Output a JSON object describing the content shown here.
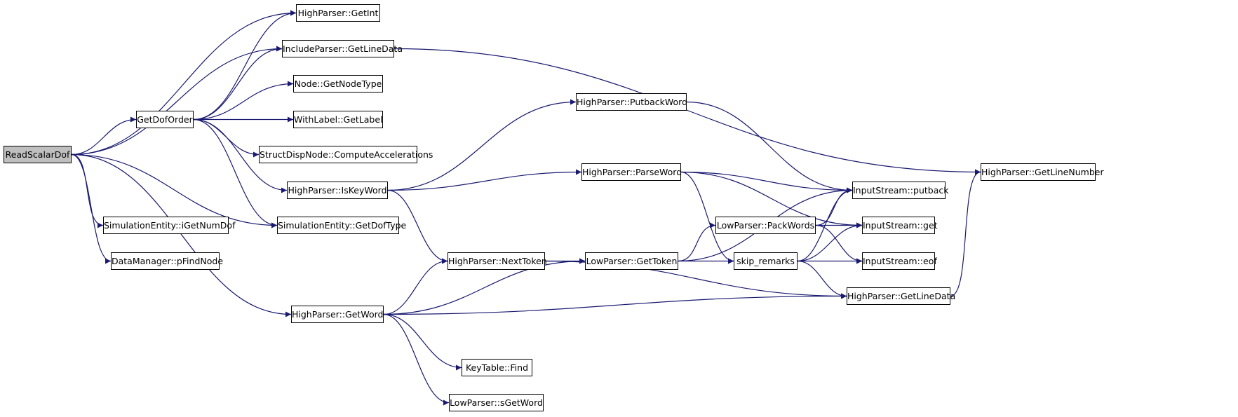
{
  "colors": {
    "edge": "#191970",
    "root_fill": "#bfbfbf",
    "node_fill": "#ffffff",
    "border": "#000000"
  },
  "nodes": {
    "read_scalar_dof": "ReadScalarDof",
    "get_dof_order": "GetDofOrder",
    "simentity_igetnumdof": "SimulationEntity::iGetNumDof",
    "datamanager_pfindnode": "DataManager::pFindNode",
    "highparser_getint": "HighParser::GetInt",
    "includeparser_getlinedata": "IncludeParser::GetLineData",
    "node_getnodetype": "Node::GetNodeType",
    "withlabel_getlabel": "WithLabel::GetLabel",
    "structdispnode_computeaccelerations": "StructDispNode::ComputeAccelerations",
    "highparser_iskeyword": "HighParser::IsKeyWord",
    "simentity_getdoftype": "SimulationEntity::GetDofType",
    "highparser_getword": "HighParser::GetWord",
    "highparser_putbackword": "HighParser::PutbackWord",
    "highparser_parseword": "HighParser::ParseWord",
    "highparser_nexttoken": "HighParser::NextToken",
    "keytable_find": "KeyTable::Find",
    "lowparser_sgetword": "LowParser::sGetWord",
    "lowparser_packwords": "LowParser::PackWords",
    "lowparser_gettoken": "LowParser::GetToken",
    "skip_remarks": "skip_remarks",
    "inputstream_putback": "InputStream::putback",
    "inputstream_get": "InputStream::get",
    "inputstream_eof": "InputStream::eof",
    "highparser_getlinedata": "HighParser::GetLineData",
    "highparser_getlinenumber": "HighParser::GetLineNumber"
  },
  "edges": [
    [
      "read_scalar_dof",
      "highparser_getint"
    ],
    [
      "read_scalar_dof",
      "includeparser_getlinedata"
    ],
    [
      "read_scalar_dof",
      "get_dof_order"
    ],
    [
      "read_scalar_dof",
      "simentity_getdoftype"
    ],
    [
      "read_scalar_dof",
      "simentity_igetnumdof"
    ],
    [
      "read_scalar_dof",
      "datamanager_pfindnode"
    ],
    [
      "read_scalar_dof",
      "highparser_getword"
    ],
    [
      "get_dof_order",
      "highparser_getint"
    ],
    [
      "get_dof_order",
      "includeparser_getlinedata"
    ],
    [
      "get_dof_order",
      "node_getnodetype"
    ],
    [
      "get_dof_order",
      "withlabel_getlabel"
    ],
    [
      "get_dof_order",
      "structdispnode_computeaccelerations"
    ],
    [
      "get_dof_order",
      "highparser_iskeyword"
    ],
    [
      "get_dof_order",
      "simentity_getdoftype"
    ],
    [
      "includeparser_getlinedata",
      "highparser_getlinenumber"
    ],
    [
      "highparser_iskeyword",
      "highparser_putbackword"
    ],
    [
      "highparser_iskeyword",
      "highparser_parseword"
    ],
    [
      "highparser_iskeyword",
      "highparser_nexttoken"
    ],
    [
      "highparser_putbackword",
      "inputstream_putback"
    ],
    [
      "highparser_parseword",
      "inputstream_putback"
    ],
    [
      "highparser_parseword",
      "inputstream_get"
    ],
    [
      "highparser_parseword",
      "skip_remarks"
    ],
    [
      "highparser_nexttoken",
      "lowparser_gettoken"
    ],
    [
      "highparser_nexttoken",
      "highparser_getlinedata"
    ],
    [
      "highparser_getword",
      "highparser_nexttoken"
    ],
    [
      "highparser_getword",
      "lowparser_gettoken"
    ],
    [
      "highparser_getword",
      "highparser_getlinedata"
    ],
    [
      "highparser_getword",
      "keytable_find"
    ],
    [
      "highparser_getword",
      "lowparser_sgetword"
    ],
    [
      "lowparser_gettoken",
      "inputstream_putback"
    ],
    [
      "lowparser_gettoken",
      "lowparser_packwords"
    ],
    [
      "lowparser_gettoken",
      "skip_remarks"
    ],
    [
      "lowparser_packwords",
      "inputstream_putback"
    ],
    [
      "lowparser_packwords",
      "inputstream_get"
    ],
    [
      "lowparser_packwords",
      "inputstream_eof"
    ],
    [
      "skip_remarks",
      "inputstream_putback"
    ],
    [
      "skip_remarks",
      "inputstream_get"
    ],
    [
      "skip_remarks",
      "inputstream_eof"
    ],
    [
      "skip_remarks",
      "highparser_getlinedata"
    ],
    [
      "highparser_getlinedata",
      "highparser_getlinenumber"
    ]
  ]
}
